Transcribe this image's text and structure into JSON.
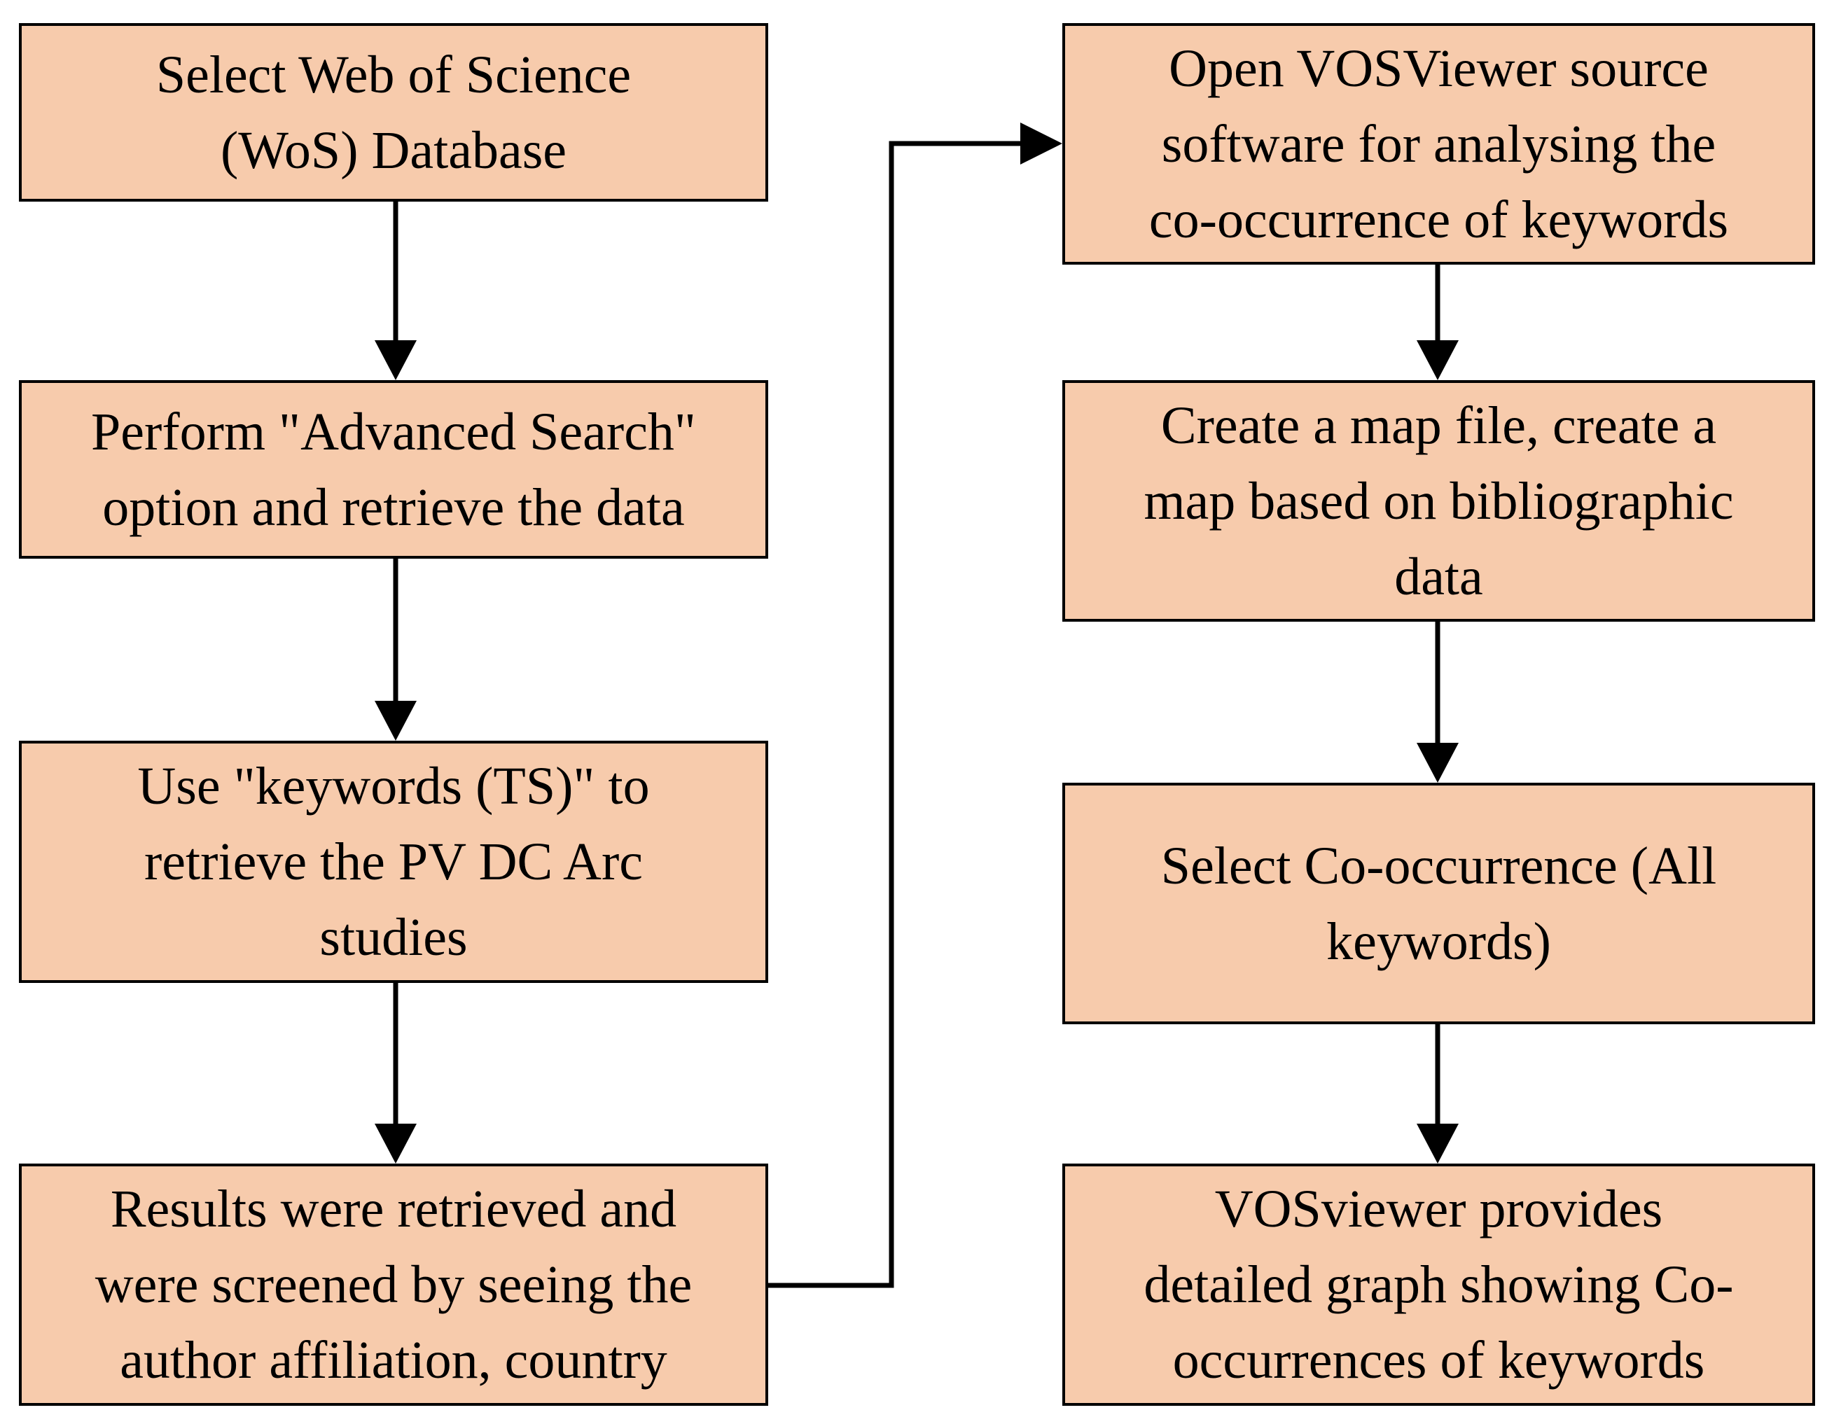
{
  "flowchart": {
    "steps": [
      {
        "id": 1,
        "text": "Select Web of Science\n(WoS) Database"
      },
      {
        "id": 2,
        "text": "Perform \"Advanced Search\"\noption and retrieve the data"
      },
      {
        "id": 3,
        "text": "Use \"keywords (TS)\" to\nretrieve the PV DC Arc\nstudies"
      },
      {
        "id": 4,
        "text": "Results were retrieved and\nwere screened by seeing the\nauthor affiliation, country"
      },
      {
        "id": 5,
        "text": "Open VOSViewer  source\nsoftware for analysing the\nco-occurrence of keywords"
      },
      {
        "id": 6,
        "text": "Create a map file, create a\nmap based on bibliographic\ndata"
      },
      {
        "id": 7,
        "text": "Select Co-occurrence (All\nkeywords)"
      },
      {
        "id": 8,
        "text": "VOSviewer provides\ndetailed graph showing  Co-\noccurrences of keywords"
      }
    ],
    "colors": {
      "box_fill": "#f7cbac",
      "border": "#000000",
      "arrow": "#000000"
    }
  }
}
